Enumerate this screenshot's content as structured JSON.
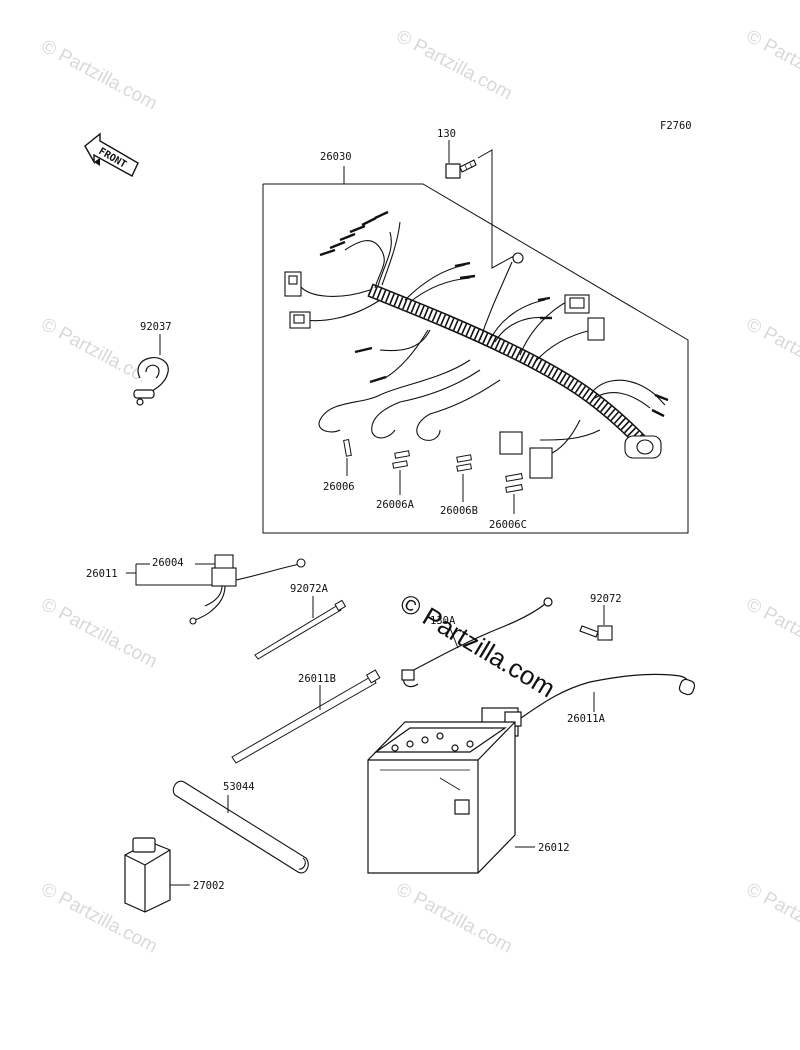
{
  "diagram": {
    "code": "F2760",
    "front_label": "FRONT",
    "watermark": "© Partzilla.com",
    "center_watermark": "© Partzilla.com",
    "parts": [
      {
        "id": "p26030",
        "label": "26030"
      },
      {
        "id": "p130",
        "label": "130"
      },
      {
        "id": "p92037",
        "label": "92037"
      },
      {
        "id": "p26006",
        "label": "26006"
      },
      {
        "id": "p26006A",
        "label": "26006A"
      },
      {
        "id": "p26006B",
        "label": "26006B"
      },
      {
        "id": "p26006C",
        "label": "26006C"
      },
      {
        "id": "p26011",
        "label": "26011"
      },
      {
        "id": "p26004",
        "label": "26004"
      },
      {
        "id": "p92072A",
        "label": "92072A"
      },
      {
        "id": "p26011B",
        "label": "26011B"
      },
      {
        "id": "p130A",
        "label": "130A"
      },
      {
        "id": "p92072",
        "label": "92072"
      },
      {
        "id": "p26011A",
        "label": "26011A"
      },
      {
        "id": "p53044",
        "label": "53044"
      },
      {
        "id": "p26012",
        "label": "26012"
      },
      {
        "id": "p27002",
        "label": "27002"
      }
    ]
  }
}
